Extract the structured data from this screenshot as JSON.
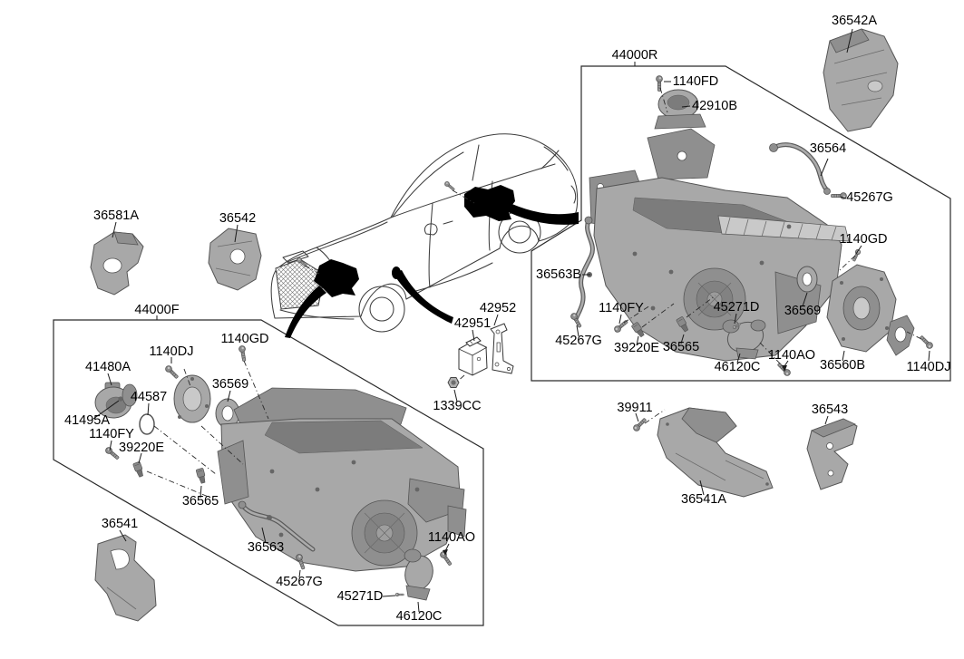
{
  "palette": {
    "bg": "#ffffff",
    "line": "#1f1f1f",
    "part-fill": "#a8a8a8",
    "part-mid": "#8f8f8f",
    "part-dark": "#7c7c7c",
    "part-light": "#c9c9c9",
    "part-stroke": "#555555",
    "arrow-black": "#000000"
  },
  "labels": {
    "l_36581A": "36581A",
    "l_36542": "36542",
    "l_44000F": "44000F",
    "l_1140DJ_L": "1140DJ",
    "l_1140GD_L": "1140GD",
    "l_41480A": "41480A",
    "l_44587": "44587",
    "l_36569_L": "36569",
    "l_41495A": "41495A",
    "l_1140FY_L": "1140FY",
    "l_39220E_L": "39220E",
    "l_36565_L": "36565",
    "l_36541": "36541",
    "l_36563_L": "36563",
    "l_45267G_L": "45267G",
    "l_45271D_L": "45271D",
    "l_46120C_L": "46120C",
    "l_1140AO_L": "1140AO",
    "l_42951": "42951",
    "l_42952": "42952",
    "l_1339CC": "1339CC",
    "l_36542A": "36542A",
    "l_44000R": "44000R",
    "l_1140FD": "1140FD",
    "l_42910B": "42910B",
    "l_36564": "36564",
    "l_45267G_R1": "45267G",
    "l_1140GD_R": "1140GD",
    "l_36563B": "36563B",
    "l_1140FY_R": "1140FY",
    "l_45267G_R2": "45267G",
    "l_39220E_R": "39220E",
    "l_36565_R": "36565",
    "l_45271D_R": "45271D",
    "l_46120C_R": "46120C",
    "l_1140AO_R": "1140AO",
    "l_36569_R": "36569",
    "l_36560B": "36560B",
    "l_1140DJ_R": "1140DJ",
    "l_39911": "39911",
    "l_36541A": "36541A",
    "l_36543": "36543"
  }
}
